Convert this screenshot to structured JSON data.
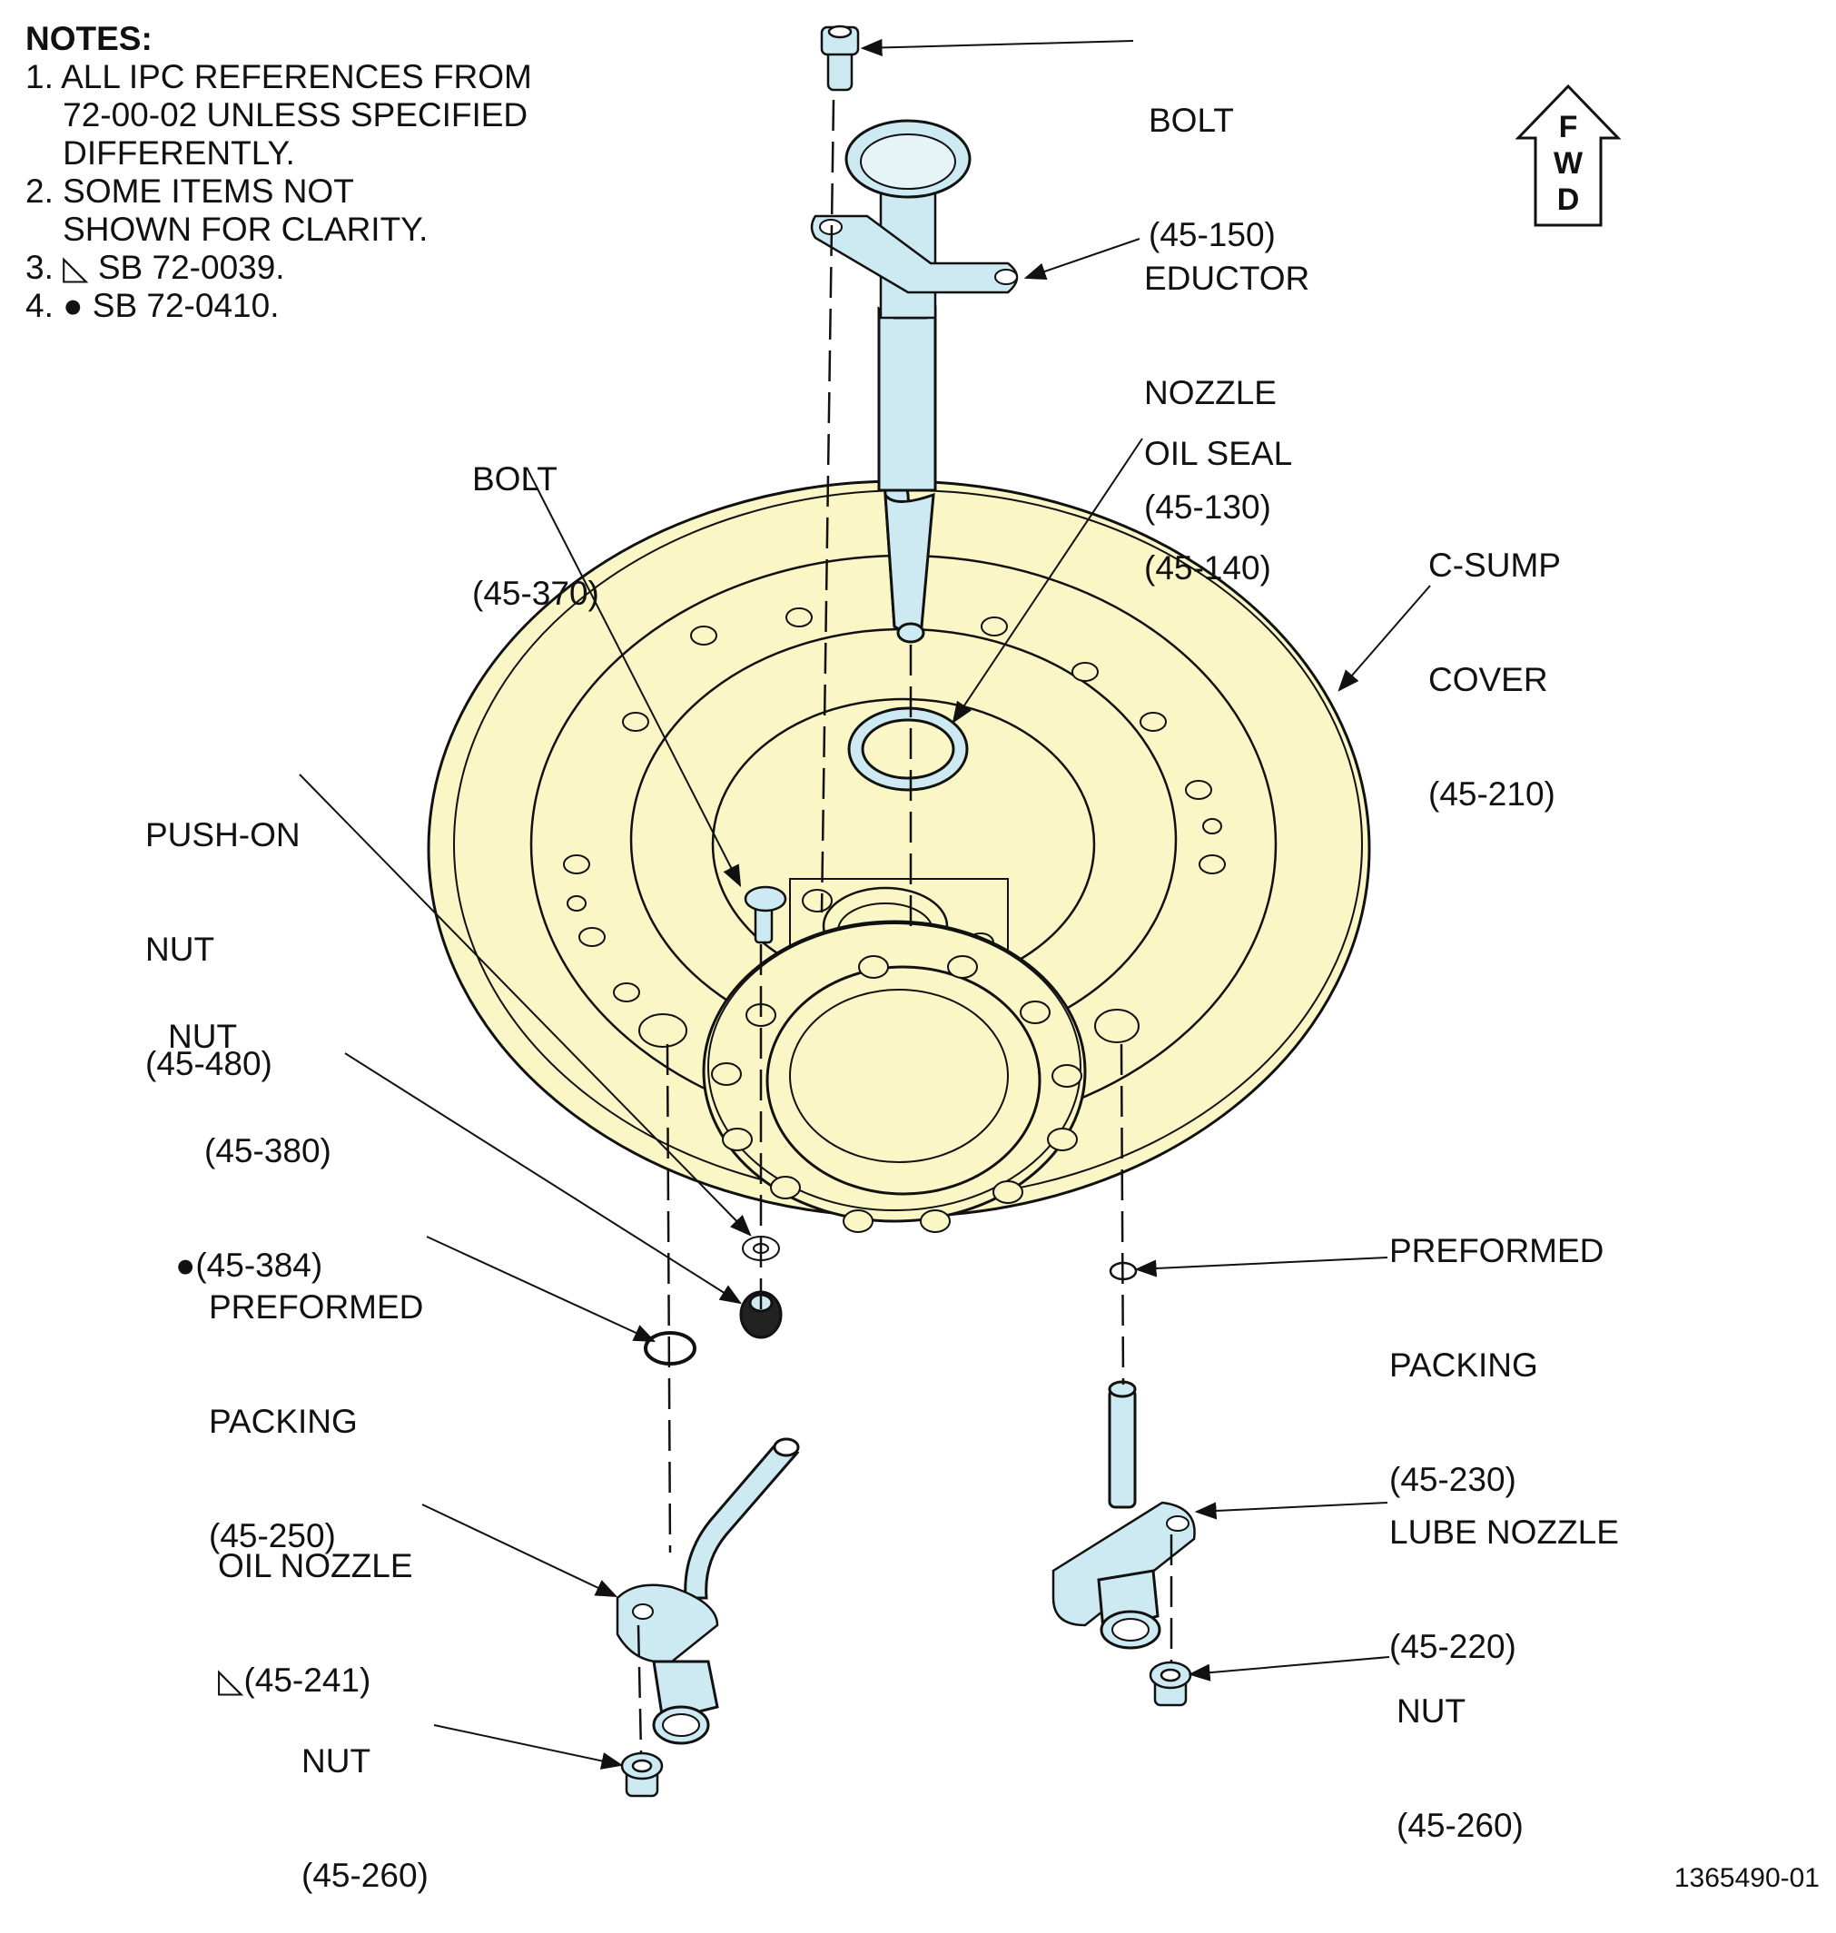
{
  "notes": {
    "heading": "NOTES:",
    "lines": [
      "1. ALL IPC REFERENCES FROM",
      "    72-00-02 UNLESS SPECIFIED",
      "    DIFFERENTLY.",
      "2. SOME ITEMS NOT",
      "    SHOWN FOR CLARITY.",
      "3. ◺ SB 72-0039.",
      "4. ● SB 72-0410."
    ]
  },
  "callouts": {
    "bolt_150": {
      "name": "BOLT",
      "ref": "(45-150)"
    },
    "eductor_nozzle": {
      "name": "EDUCTOR",
      "name2": "NOZZLE",
      "ref": "(45-130)"
    },
    "oil_seal": {
      "name": "OIL SEAL",
      "ref": "(45-140)"
    },
    "bolt_370": {
      "name": "BOLT",
      "ref": "(45-370)"
    },
    "c_sump_cover": {
      "name": "C-SUMP",
      "name2": "COVER",
      "ref": "(45-210)"
    },
    "push_on_nut": {
      "name": "PUSH-ON",
      "name2": "NUT",
      "ref": "(45-480)"
    },
    "nut_380": {
      "name": "NUT",
      "ref": "(45-380)",
      "ref2": "●(45-384)"
    },
    "packing_250": {
      "name": "PREFORMED",
      "name2": "PACKING",
      "ref": "(45-250)"
    },
    "packing_230": {
      "name": "PREFORMED",
      "name2": "PACKING",
      "ref": "(45-230)"
    },
    "oil_nozzle": {
      "name": "OIL NOZZLE",
      "ref": "◺(45-241)"
    },
    "lube_nozzle": {
      "name": "LUBE NOZZLE",
      "ref": "(45-220)"
    },
    "nut_260_left": {
      "name": "NUT",
      "ref": "(45-260)"
    },
    "nut_260_right": {
      "name": "NUT",
      "ref": "(45-260)"
    }
  },
  "fwd_arrow": {
    "letters": [
      "F",
      "W",
      "D"
    ]
  },
  "figure_id": "1365490-01",
  "colors": {
    "cover_fill": "#faf6c6",
    "part_fill": "#cdeaf2",
    "line": "#111111"
  }
}
